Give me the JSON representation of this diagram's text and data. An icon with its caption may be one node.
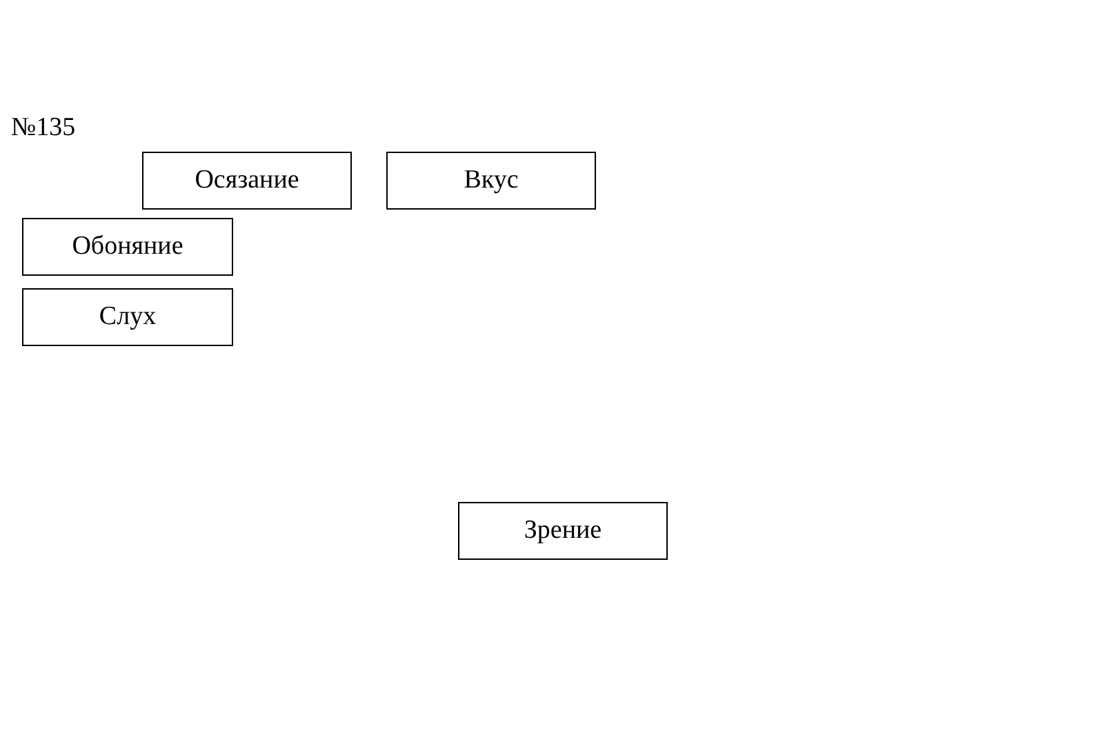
{
  "diagram": {
    "nodes": [
      {
        "text": [
          "Осязание"
        ]
      },
      {
        "text": [
          "Вкус"
        ]
      },
      {
        "text": [
          "Обоняние"
        ]
      },
      {
        "text": [
          "Слух"
        ]
      },
      {
        "text": [
          "Зрение"
        ]
      }
    ],
    "labels": [
      "№135"
    ]
  }
}
